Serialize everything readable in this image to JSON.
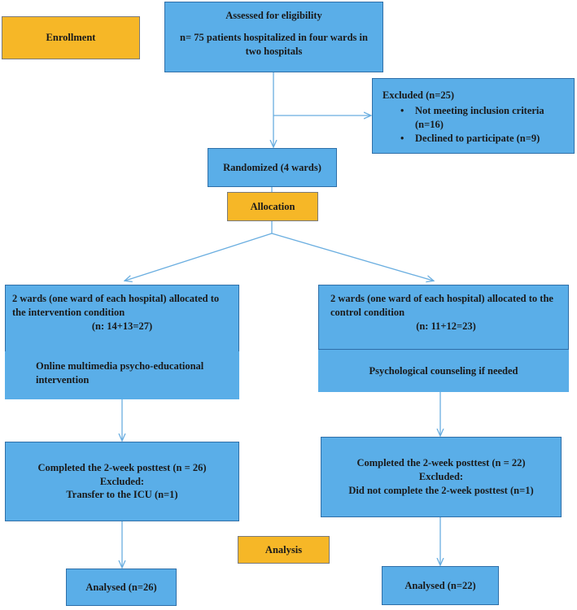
{
  "stages": {
    "enrollment": "Enrollment",
    "allocation": "Allocation",
    "analysis": "Analysis"
  },
  "eligibility": {
    "title": "Assessed for eligibility",
    "detail": "n= 75 patients hospitalized in four wards in two hospitals"
  },
  "excluded": {
    "title": "Excluded (n=25)",
    "items": [
      "Not meeting inclusion criteria (n=16)",
      "Declined to participate (n=9)"
    ]
  },
  "randomized": "Randomized (4 wards)",
  "intervention_arm": {
    "allocated_line1": "2 wards (one ward of each hospital) allocated to the intervention condition",
    "allocated_line2": "(n: 14+13=27)",
    "treatment": "Online multimedia psycho-educational intervention",
    "posttest_line1": "Completed the 2-week posttest (n = 26)",
    "posttest_line2": "Excluded:",
    "posttest_line3": "Transfer to the ICU (n=1)",
    "analysed": "Analysed (n=26)"
  },
  "control_arm": {
    "allocated_line1": "2 wards (one ward of each hospital) allocated to the control condition",
    "allocated_line2": "(n: 11+12=23)",
    "treatment": "Psychological counseling if needed",
    "posttest_line1": "Completed the 2-week posttest (n = 22)",
    "posttest_line2": "Excluded:",
    "posttest_line3": "Did not complete the 2-week posttest (n=1)",
    "analysed": "Analysed (n=22)"
  },
  "colors": {
    "box_blue": "#5aaee8",
    "box_blue_border": "#2f6fa8",
    "stage_orange": "#f6b727",
    "arrow": "#6aaee0"
  }
}
